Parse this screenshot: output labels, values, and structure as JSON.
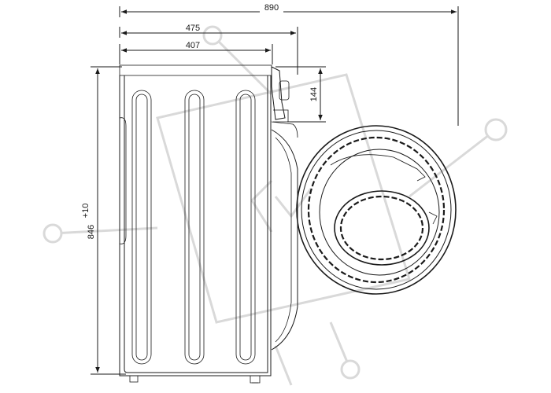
{
  "dimensions": {
    "overall_depth": "890",
    "depth_without_door": "475",
    "body_depth": "407",
    "panel_height": "144",
    "height": "846",
    "height_tolerance": "+10"
  },
  "colors": {
    "line": "#1a1a1a",
    "watermark": "#d9d9d9",
    "background": "#ffffff"
  }
}
